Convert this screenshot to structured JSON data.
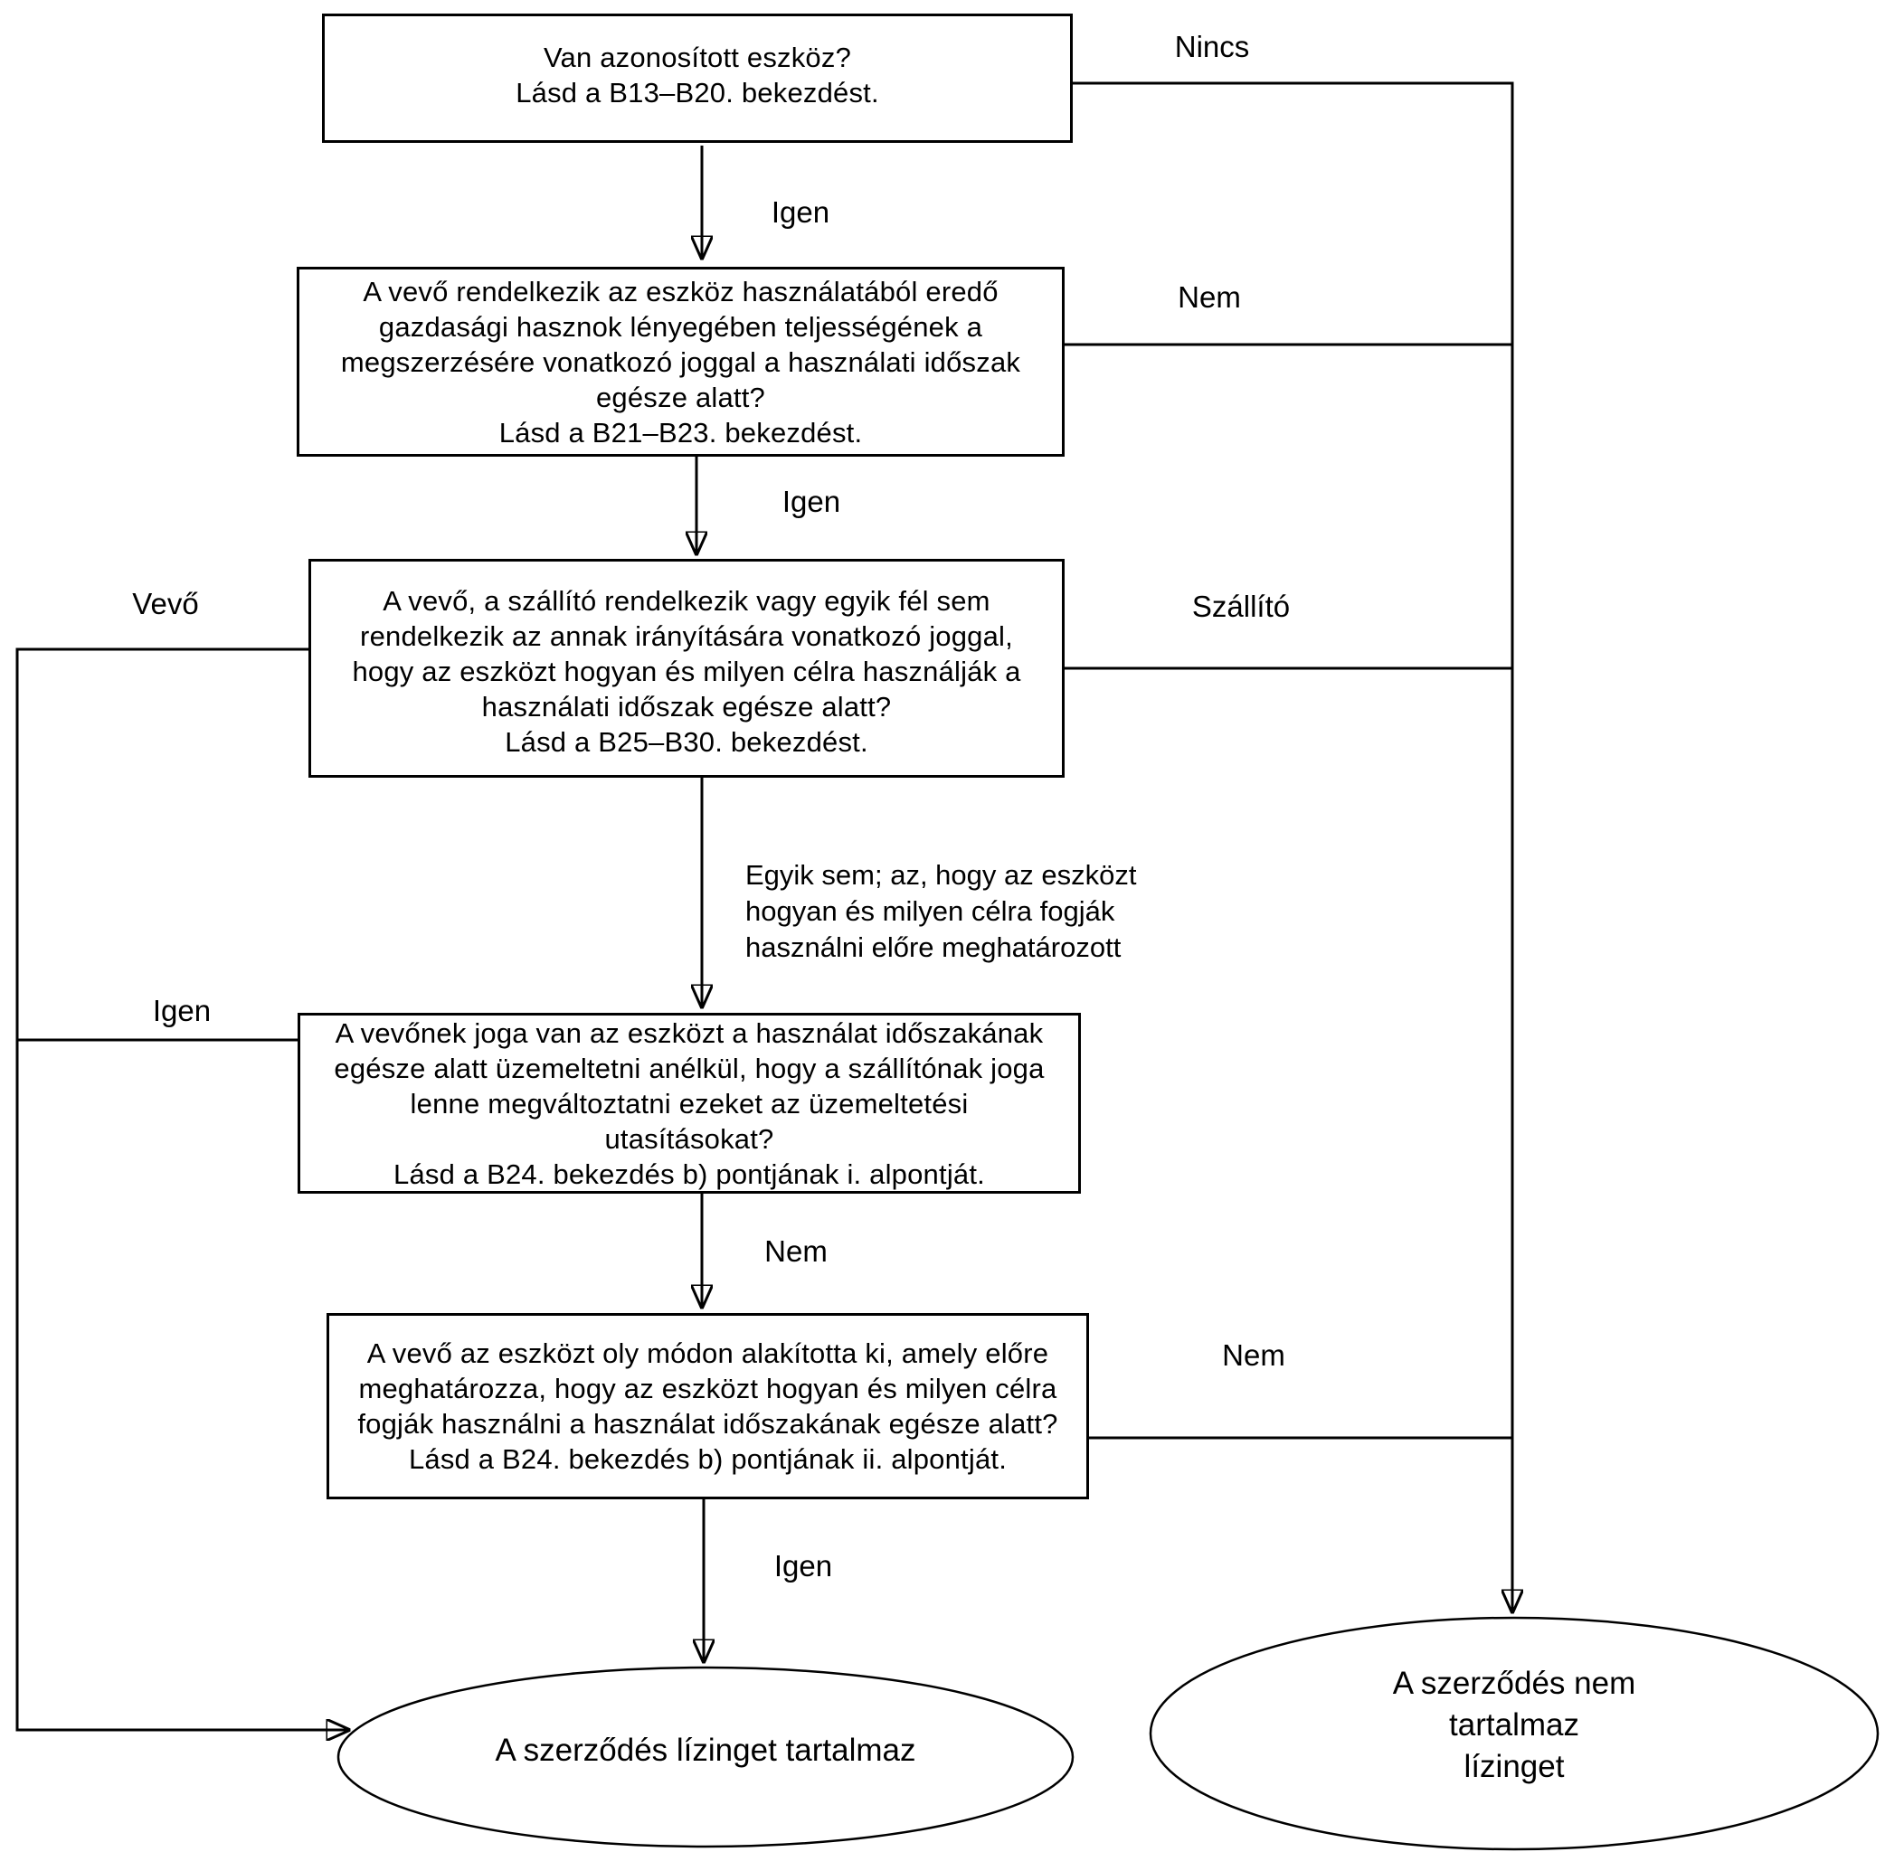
{
  "diagram": {
    "nodes": {
      "box1": {
        "text": "Van azonosított eszköz?\nLásd a B13–B20. bekezdést."
      },
      "box2": {
        "text": "A vevő rendelkezik az eszköz használatából eredő\ngazdasági hasznok lényegében teljességének a\nmegszerzésére vonatkozó joggal a használati időszak\negésze alatt?\nLásd a B21–B23. bekezdést."
      },
      "box3": {
        "text": "A vevő, a szállító rendelkezik vagy egyik fél sem\nrendelkezik az annak irányítására vonatkozó joggal,\nhogy az eszközt hogyan és milyen célra használják a\nhasználati időszak egésze alatt?\nLásd a B25–B30. bekezdést."
      },
      "box4": {
        "text": "A vevőnek joga van az eszközt a használat időszakának\negésze alatt üzemeltetni anélkül, hogy a szállítónak joga\nlenne megváltoztatni ezeket az üzemeltetési\nutasításokat?\nLásd a B24. bekezdés b) pontjának i. alpontját."
      },
      "box5": {
        "text": "A vevő az eszközt oly módon alakította ki, amely előre\nmeghatározza, hogy az eszközt hogyan és milyen célra\nfogják használni a használat időszakának egésze alatt?\nLásd a B24. bekezdés b) pontjának ii. alpontját."
      },
      "terminal_lease": {
        "text": "A szerződés lízinget tartalmaz"
      },
      "terminal_no_lease": {
        "text": "A szerződés nem tartalmaz\nlízinget"
      }
    },
    "edge_labels": {
      "nincs": "Nincs",
      "igen1": "Igen",
      "nem1": "Nem",
      "igen2": "Igen",
      "vevo": "Vevő",
      "szallito": "Szállító",
      "egyik_sem": "Egyik sem; az, hogy az eszközt\nhogyan és milyen célra fogják\nhasználni előre meghatározott",
      "igen3": "Igen",
      "nem3": "Nem",
      "nem4": "Nem",
      "igen4": "Igen"
    },
    "colors": {
      "line": "#000000",
      "background": "#ffffff",
      "text": "#000000"
    }
  }
}
